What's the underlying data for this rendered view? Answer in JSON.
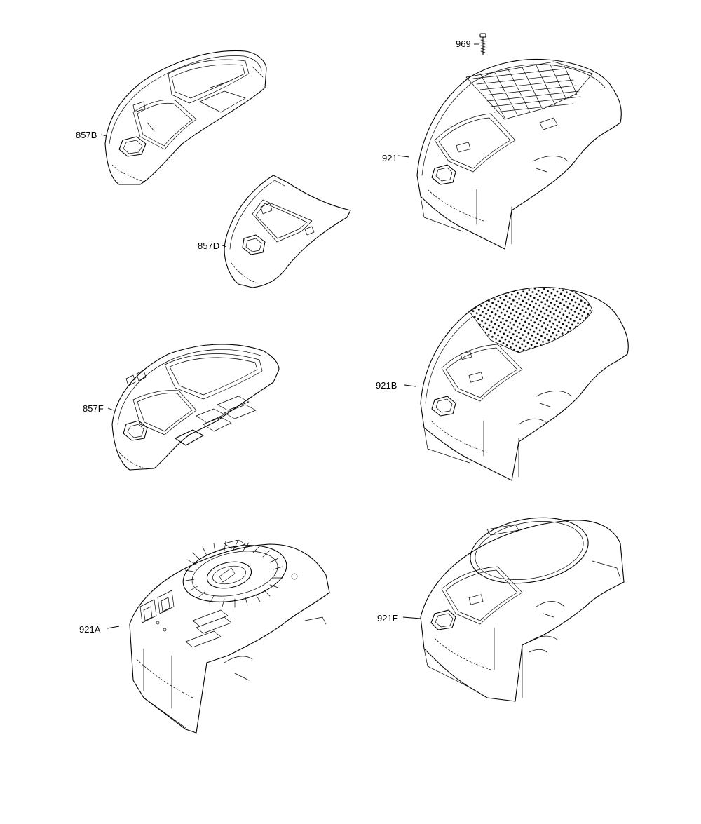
{
  "parts": [
    {
      "id": "857B",
      "label": "857B",
      "kind": "blower-housing-shroud"
    },
    {
      "id": "857D",
      "label": "857D",
      "kind": "blower-housing-shroud-small"
    },
    {
      "id": "857F",
      "label": "857F",
      "kind": "blower-housing-shroud"
    },
    {
      "id": "921",
      "label": "921",
      "kind": "blower-housing-with-screen"
    },
    {
      "id": "969",
      "label": "969",
      "kind": "screw"
    },
    {
      "id": "921B",
      "label": "921B",
      "kind": "blower-housing-with-mesh"
    },
    {
      "id": "921A",
      "label": "921A",
      "kind": "blower-housing-with-rotating-screen"
    },
    {
      "id": "921E",
      "label": "921E",
      "kind": "blower-housing-open"
    }
  ],
  "colors": {
    "line": "#000000",
    "background": "#ffffff"
  }
}
